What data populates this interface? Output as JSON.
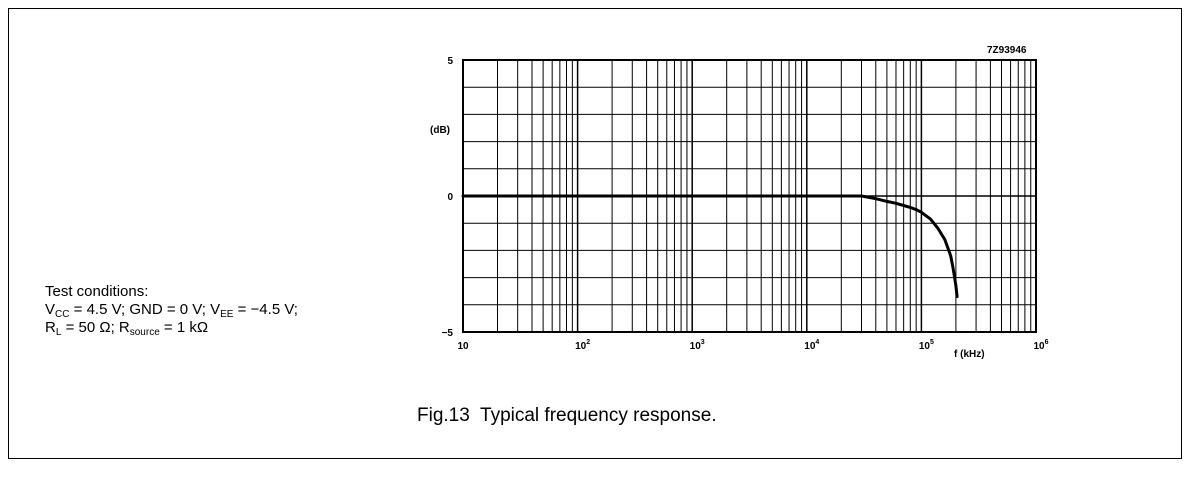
{
  "conditions": {
    "line1": "Test conditions:",
    "vcc_label": "V",
    "vcc_sub": "CC",
    "vcc_value": " = 4.5 V; GND = 0 V; ",
    "vee_label": "V",
    "vee_sub": "EE",
    "vee_value": " = −4.5 V;",
    "rl_label": "R",
    "rl_sub": "L",
    "rl_value": " = 50 Ω; ",
    "rs_label": "R",
    "rs_sub": "source",
    "rs_value": " = 1 kΩ"
  },
  "caption": "Fig.13  Typical frequency response.",
  "code": "7Z93946",
  "chart_data": {
    "type": "line",
    "title": "",
    "xlabel": "f (kHz)",
    "ylabel": "(dB)",
    "xscale": "log",
    "xlim": [
      10,
      1000000
    ],
    "ylim": [
      -5,
      5
    ],
    "grid": true,
    "x_ticks": [
      {
        "base": "10",
        "exp": ""
      },
      {
        "base": "10",
        "exp": "2"
      },
      {
        "base": "10",
        "exp": "3"
      },
      {
        "base": "10",
        "exp": "4"
      },
      {
        "base": "10",
        "exp": "5"
      },
      {
        "base": "10",
        "exp": "6"
      }
    ],
    "y_ticks": [
      "5",
      "0",
      "−5"
    ],
    "series": [
      {
        "x": [
          10,
          100,
          1000,
          10000,
          30000,
          40000,
          50000,
          60000,
          70000,
          80000,
          90000,
          100000,
          120000,
          140000,
          160000,
          180000,
          190000,
          200000,
          205000
        ],
        "y": [
          0,
          0,
          0,
          0,
          0,
          -0.1,
          -0.2,
          -0.27,
          -0.35,
          -0.42,
          -0.5,
          -0.6,
          -0.85,
          -1.2,
          -1.6,
          -2.2,
          -2.7,
          -3.3,
          -3.7
        ]
      }
    ]
  }
}
